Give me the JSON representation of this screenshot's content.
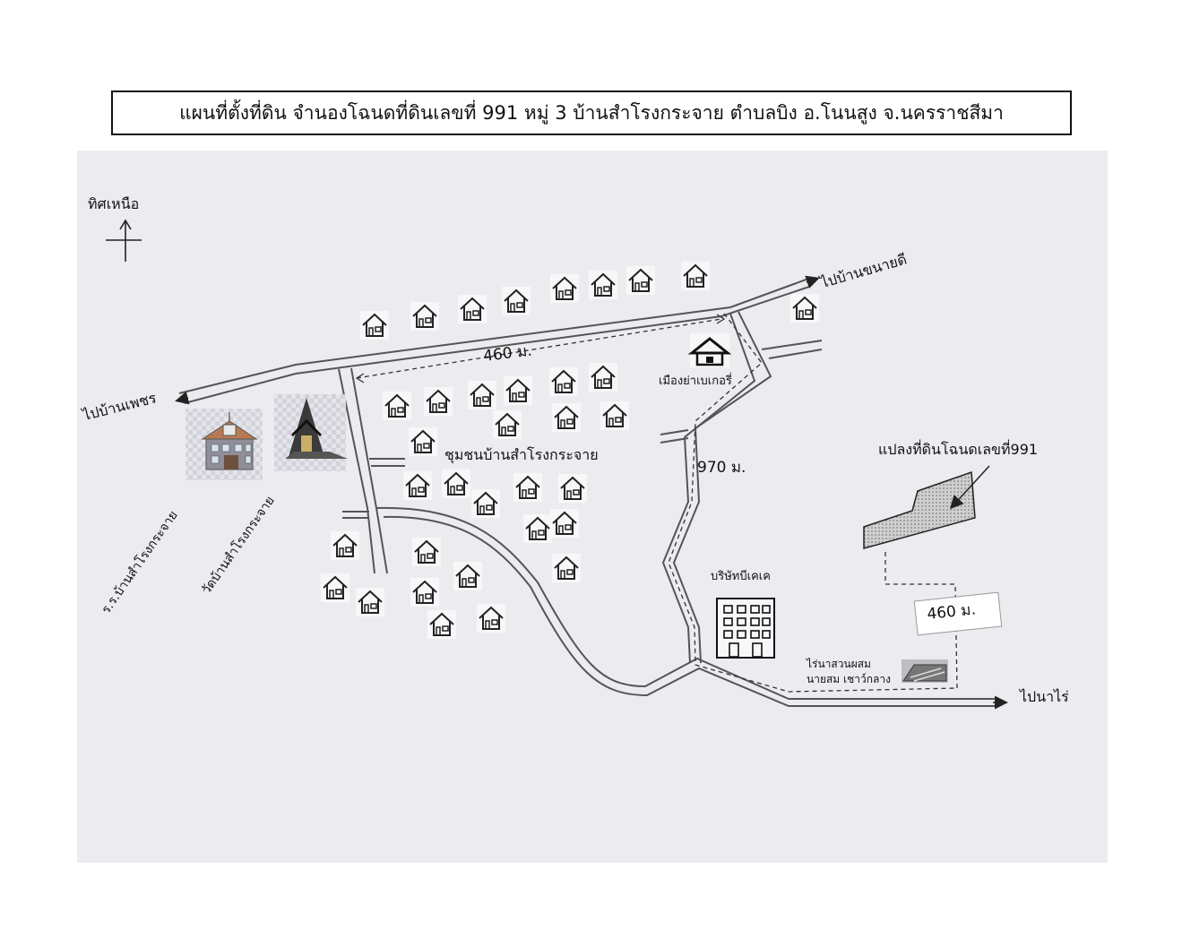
{
  "title": "แผนที่ตั้งที่ดิน จำนองโฉนดที่ดินเลขที่ 991 หมู่ 3 บ้านสำโรงกระจาย ตำบลบิง อ.โนนสูง จ.นครราชสีมา",
  "north_label": "ทิศเหนือ",
  "roads": {
    "to_khanai_di": "ไปบ้านขนายดี",
    "to_phet": "ไปบ้านเพชร",
    "to_na_rai": "ไปนาไร่"
  },
  "distances": {
    "north_road": "460 ม.",
    "east_road": "970 ม.",
    "to_plot": "460 ม."
  },
  "places": {
    "bakery": "เมืองย่าเบเกอรี่",
    "community": "ชุมชนบ้านสำโรงกระจาย",
    "school": "ร.ร.บ้านสำโรงกระจาย",
    "temple": "วัดบ้านสำโรงกระจาย",
    "company": "บริษัทบีเคเค",
    "plot": "แปลงที่ดินโฉนดเลขที่991",
    "farm_line1": "ไร่นาสวนผสม",
    "farm_line2": "นายสม เชาว์กลาง"
  },
  "icons": {
    "house": "house-icon",
    "school": "school-icon",
    "temple": "temple-icon",
    "bakery": "shop-icon",
    "company": "building-icon",
    "farm": "farm-icon",
    "north": "north-arrow-icon"
  },
  "colors": {
    "map_bg": "#ececf0",
    "road": "#555555",
    "plot_fill": "#b8b8b8"
  }
}
